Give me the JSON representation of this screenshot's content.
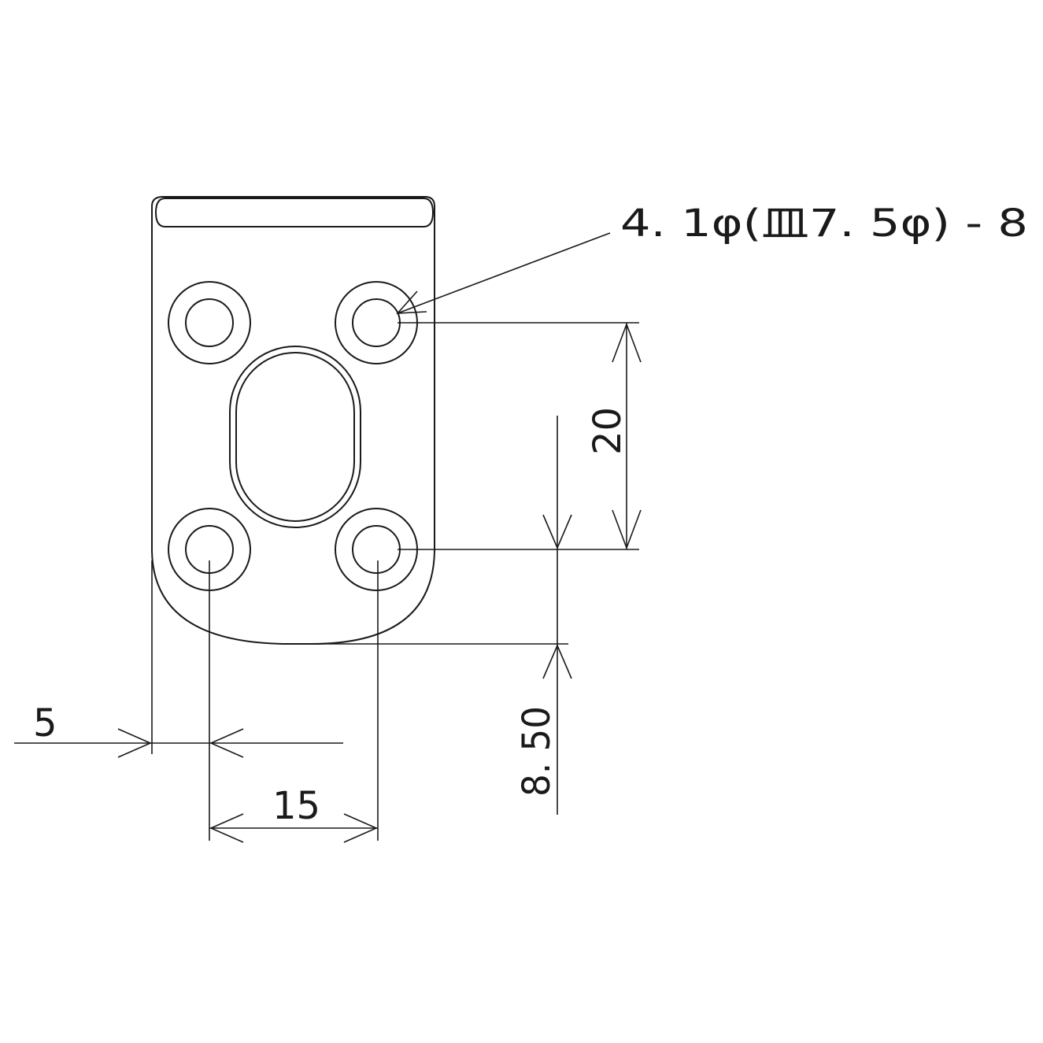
{
  "dimensions": {
    "hole_callout": "4. 1φ(皿7. 5φ) - 8",
    "vertical_pitch": "20",
    "bottom_edge_offset": "8. 50",
    "side_offset": "5",
    "horizontal_pitch": "15"
  },
  "colors": {
    "line": "#1a1a1a",
    "background": "#ffffff"
  }
}
